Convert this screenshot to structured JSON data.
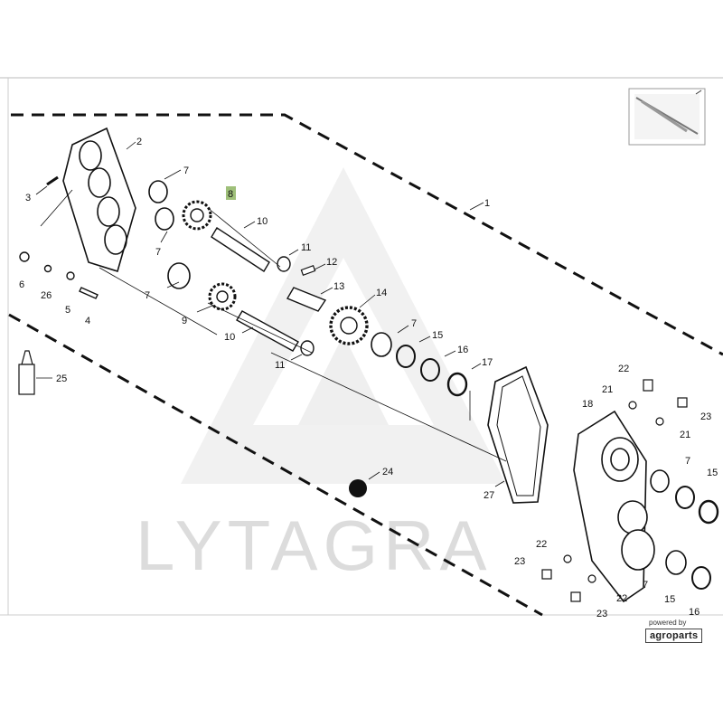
{
  "watermark": {
    "text": "LYTAGRA"
  },
  "badge": {
    "top": "powered by",
    "brand": "agroparts"
  },
  "highlighted_part": "8",
  "callouts": [
    "1",
    "2",
    "3",
    "4",
    "5",
    "6",
    "7",
    "8",
    "9",
    "10",
    "11",
    "12",
    "13",
    "14",
    "15",
    "16",
    "17",
    "18",
    "21",
    "22",
    "23",
    "24",
    "25",
    "26",
    "27"
  ],
  "colors": {
    "line": "#111111",
    "highlight": "#9fc07a",
    "watermark": "#e6e6e6"
  }
}
